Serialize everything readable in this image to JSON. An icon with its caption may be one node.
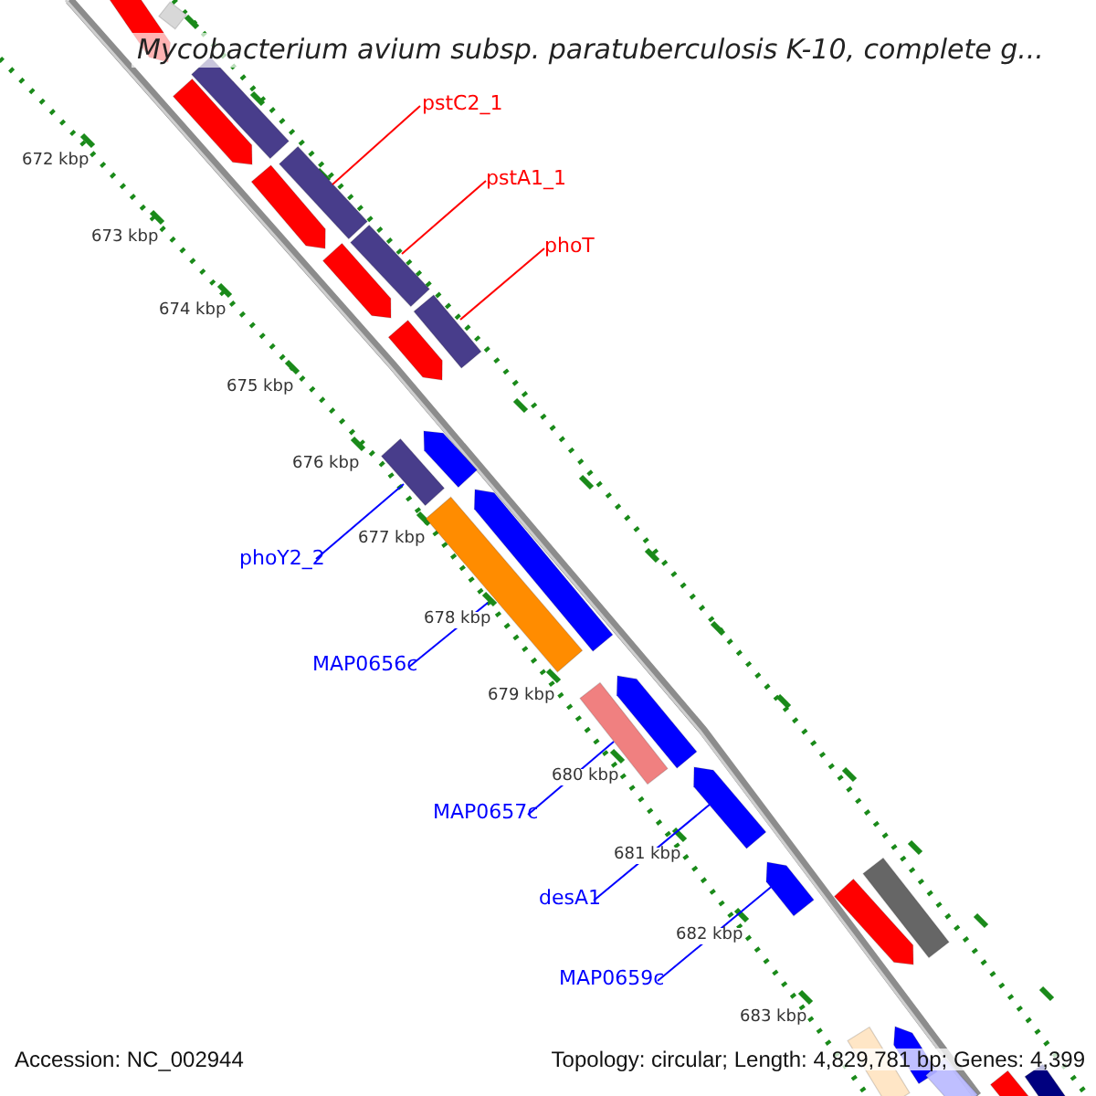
{
  "diagram": {
    "title": "Mycobacterium avium subsp. paratuberculosis K-10, complete g...",
    "nodes": [
      {
        "text": [
          "pstC2_1"
        ]
      },
      {
        "text": [
          "pstA1_1"
        ]
      },
      {
        "text": [
          "phoT"
        ]
      },
      {
        "text": [
          "phoY2_2"
        ]
      },
      {
        "text": [
          "MAP0656c"
        ]
      },
      {
        "text": [
          "MAP0657c"
        ]
      },
      {
        "text": [
          "desA1"
        ]
      },
      {
        "text": [
          "MAP0659c"
        ]
      },
      {
        "text": [],
        "shape": "bar"
      },
      {
        "text": [],
        "shape": "bar"
      },
      {
        "text": [],
        "shape": "bar"
      },
      {
        "text": [],
        "shape": "bar"
      },
      {
        "text": [],
        "shape": "bar"
      },
      {
        "text": [],
        "shape": "bar"
      },
      {
        "text": [],
        "shape": "bar"
      },
      {
        "text": [],
        "shape": "bar"
      },
      {
        "text": [],
        "shape": "bar"
      },
      {
        "text": [],
        "shape": "bar"
      },
      {
        "text": [],
        "shape": "bar"
      },
      {
        "text": [],
        "shape": "bar"
      },
      {
        "text": [],
        "shape": "bar"
      },
      {
        "text": [],
        "shape": "bar"
      },
      {
        "text": [],
        "shape": "bar"
      },
      {
        "text": [],
        "shape": "bar"
      },
      {
        "text": [],
        "shape": "bar"
      },
      {
        "text": [],
        "shape": "bar"
      },
      {
        "text": [],
        "shape": "bar"
      },
      {
        "text": [],
        "shape": "bar"
      },
      {
        "text": [],
        "shape": "bar"
      },
      {
        "text": [],
        "shape": "bar"
      },
      {
        "text": [],
        "shape": "bar"
      },
      {
        "text": [],
        "shape": "bar"
      },
      {
        "text": [],
        "shape": "bar"
      }
    ],
    "edges": [
      {
        "from": 0,
        "to": 12,
        "arrow": "none",
        "color": "#ff0000"
      },
      {
        "from": 1,
        "to": 14,
        "arrow": "none",
        "color": "#ff0000"
      },
      {
        "from": 2,
        "to": 16,
        "arrow": "none",
        "color": "#ff0000"
      },
      {
        "from": 3,
        "to": 19,
        "arrow": "none"
      },
      {
        "from": 4,
        "to": 21,
        "arrow": "none"
      },
      {
        "from": 5,
        "to": 23,
        "arrow": "none"
      },
      {
        "from": 6,
        "to": 24,
        "arrow": "none"
      },
      {
        "from": 7,
        "to": 25,
        "arrow": "none"
      }
    ],
    "labels": [
      "672 kbp",
      "673 kbp",
      "674 kbp",
      "675 kbp",
      "676 kbp",
      "677 kbp",
      "678 kbp",
      "679 kbp",
      "680 kbp",
      "681 kbp",
      "682 kbp",
      "683 kbp",
      "Accession: NC_002944",
      "Topology: circular; Length: 4,829,781 bp; Genes: 4,399"
    ]
  }
}
